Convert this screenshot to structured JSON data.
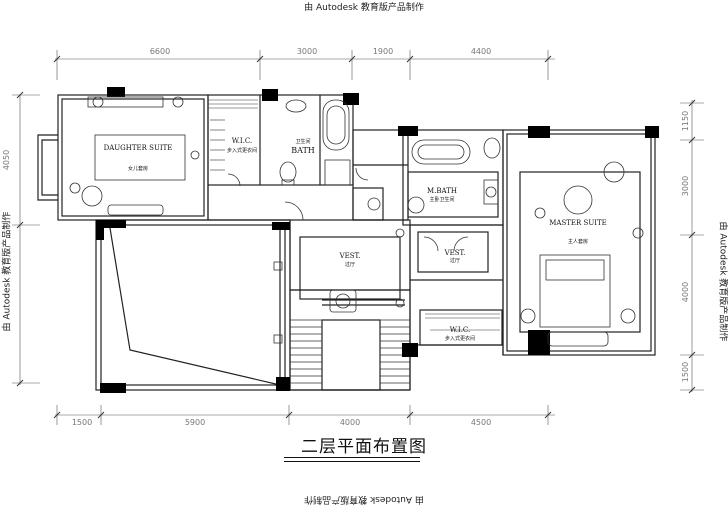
{
  "watermark": "由 Autodesk 教育版产品制作",
  "title": "二层平面布置图",
  "dims_top": [
    "6600",
    "3000",
    "1900",
    "4400"
  ],
  "dims_bottom": [
    "1500",
    "5900",
    "4000",
    "4500"
  ],
  "dims_left": [
    "4050"
  ],
  "dims_right": [
    "1150",
    "3000",
    "4000",
    "1500"
  ],
  "rooms": {
    "daughter_suite": {
      "en": "DAUGHTER SUITE",
      "cn": "女儿套房"
    },
    "wic_left": {
      "en": "W.I.C.",
      "cn": "步入式更衣间"
    },
    "bath": {
      "en": "BATH",
      "cn": "卫生间"
    },
    "m_bath": {
      "en": "M.BATH",
      "cn": "主卧卫生间"
    },
    "master_suite": {
      "en": "MASTER SUITE",
      "cn": "主人套房"
    },
    "vest_center": {
      "en": "VEST.",
      "cn": "过厅"
    },
    "vest_right": {
      "en": "VEST.",
      "cn": "过厅"
    },
    "wic_right": {
      "en": "W.I.C.",
      "cn": "步入式更衣间"
    }
  }
}
